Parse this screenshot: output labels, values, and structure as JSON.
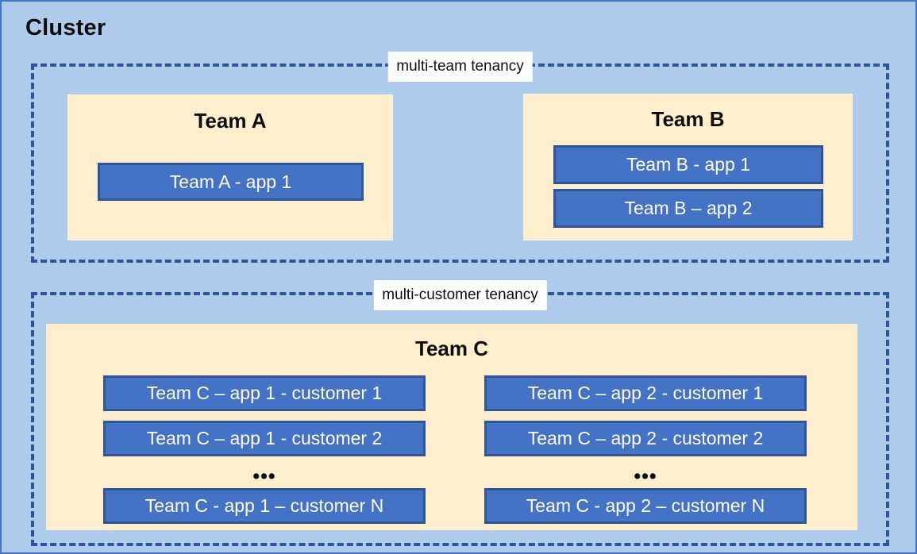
{
  "diagram": {
    "title": "Cluster",
    "colors": {
      "cluster_background": "#AECBEB",
      "cluster_border": "#4472C4",
      "tenancy_border": "#2F5597",
      "team_background": "#FDEFCD",
      "app_fill": "#4472C4",
      "app_border": "#2F5597",
      "app_text": "#FFFFFF",
      "label_background": "#FFFFFF",
      "text": "#0D0D0D"
    },
    "groups": [
      {
        "id": "multi-team",
        "label": "multi-team tenancy",
        "teams": [
          {
            "id": "team-a",
            "title": "Team A",
            "apps": [
              {
                "id": "team-a-app-1",
                "label": "Team A - app 1"
              }
            ]
          },
          {
            "id": "team-b",
            "title": "Team B",
            "apps": [
              {
                "id": "team-b-app-1",
                "label": "Team B - app 1"
              },
              {
                "id": "team-b-app-2",
                "label": "Team B – app 2"
              }
            ]
          }
        ]
      },
      {
        "id": "multi-customer",
        "label": "multi-customer tenancy",
        "teams": [
          {
            "id": "team-c",
            "title": "Team C",
            "columns": [
              {
                "id": "team-c-app-1",
                "apps": [
                  {
                    "id": "team-c-app1-cust1",
                    "label": "Team C – app 1 - customer 1"
                  },
                  {
                    "id": "team-c-app1-cust2",
                    "label": "Team C – app 1 - customer 2"
                  },
                  {
                    "id": "team-c-app1-custN",
                    "label": "Team C - app 1 – customer N"
                  }
                ],
                "ellipsis": "•••"
              },
              {
                "id": "team-c-app-2",
                "apps": [
                  {
                    "id": "team-c-app2-cust1",
                    "label": "Team C – app 2 - customer 1"
                  },
                  {
                    "id": "team-c-app2-cust2",
                    "label": "Team C – app 2 - customer 2"
                  },
                  {
                    "id": "team-c-app2-custN",
                    "label": "Team C - app 2 – customer N"
                  }
                ],
                "ellipsis": "•••"
              }
            ]
          }
        ]
      }
    ]
  }
}
